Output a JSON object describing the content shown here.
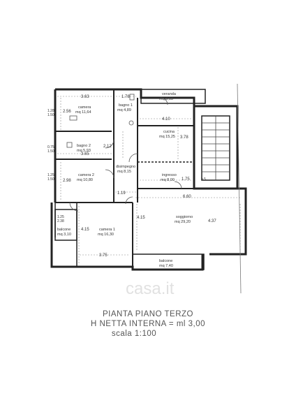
{
  "rooms": {
    "camera_big": {
      "name": "camera",
      "area": "mq 11,64"
    },
    "bagno1": {
      "name": "bagno 1",
      "area": "mq 4,89"
    },
    "bagno2": {
      "name": "bagno 2",
      "area": "mq 5,93"
    },
    "camera2": {
      "name": "camera 2",
      "area": "mq 10,80"
    },
    "camera1": {
      "name": "camera 1",
      "area": "mq 16,30"
    },
    "verandao": {
      "name": "veranda",
      "area": "mq 3,13"
    },
    "cucina": {
      "name": "cucina",
      "area": "mq 15,25"
    },
    "disimpegno": {
      "name": "disimpegno",
      "area": "mq 8,15"
    },
    "ingresso": {
      "name": "ingresso",
      "area": "mq 8,00"
    },
    "soggiorno": {
      "name": "soggiorno",
      "area": "mq 29,20"
    },
    "balcone_left": {
      "name": "balcone",
      "area": "mq 3,10"
    },
    "balcone_bottom": {
      "name": "balcone",
      "area": "mq 7,40"
    }
  },
  "dimensions": {
    "d363": "3.63",
    "d178": "1.78",
    "d410": "4.10",
    "d256": "2.56",
    "d378": "3.78",
    "d365": "3.65",
    "d298": "2.98",
    "d119": "1.19",
    "d175": "1.75",
    "d660": "6.60",
    "d415a": "4.15",
    "d415b": "4.15",
    "d437": "4.37",
    "d375": "3.75",
    "d128": "1.28",
    "d150a": "1.50",
    "d075": "0.75",
    "d150b": "1.50",
    "d125": "1.25",
    "d150c": "1.50",
    "d125b": "1.25",
    "d238": "2.38",
    "d212": "2.12"
  },
  "markers": {
    "h5": "h 5"
  },
  "title": {
    "line1": "PIANTA PIANO TERZO",
    "line2": "H NETTA INTERNA = ml 3,00",
    "line3": "scala 1:100"
  },
  "watermark": "casa.it"
}
